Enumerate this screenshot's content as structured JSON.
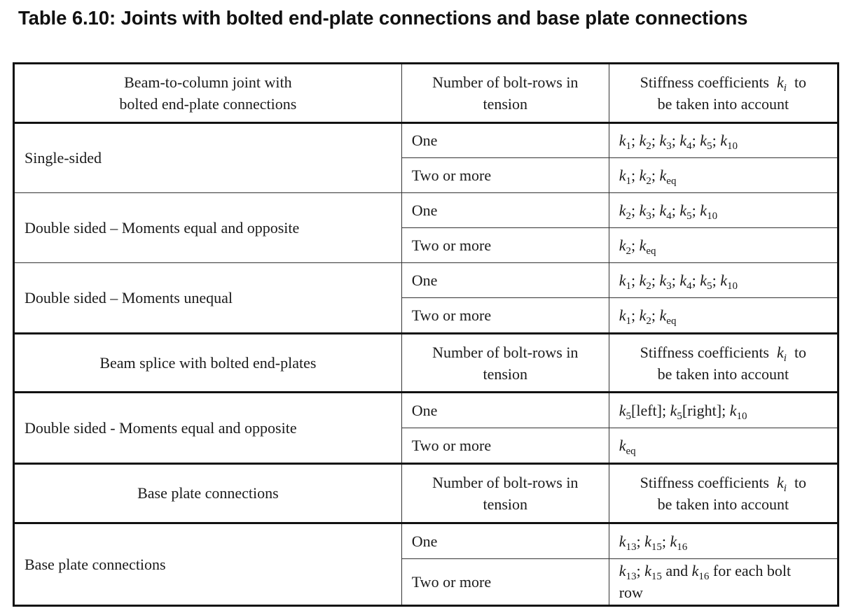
{
  "title": "Table 6.10: Joints with bolted end-plate connections and base plate connections",
  "table": {
    "sections": [
      {
        "header": {
          "col1": [
            "Beam-to-column joint with",
            "bolted end-plate connections"
          ],
          "col2": [
            "Number of bolt-rows in",
            "tension"
          ],
          "col3_pre": "Stiffness coefficients",
          "col3_k": "k",
          "col3_sub": "i",
          "col3_post": "to",
          "col3_line2": "be taken into account"
        },
        "groups": [
          {
            "label": "Single-sided",
            "rows": [
              {
                "bolt_rows": "One",
                "coefficients": "k1; k2; k3; k4; k5; k10"
              },
              {
                "bolt_rows": "Two or more",
                "coefficients": "k1; k2; keq"
              }
            ]
          },
          {
            "label": "Double sided – Moments equal and opposite",
            "rows": [
              {
                "bolt_rows": "One",
                "coefficients": "k2; k3; k4; k5; k10"
              },
              {
                "bolt_rows": "Two or more",
                "coefficients": "k2; keq"
              }
            ]
          },
          {
            "label": "Double sided – Moments unequal",
            "rows": [
              {
                "bolt_rows": "One",
                "coefficients": "k1; k2; k3; k4; k5; k10"
              },
              {
                "bolt_rows": "Two or more",
                "coefficients": "k1; k2; keq"
              }
            ]
          }
        ]
      },
      {
        "header": {
          "col1": [
            "Beam splice with bolted end-plates"
          ],
          "col2": [
            "Number of bolt-rows in",
            "tension"
          ],
          "col3_pre": "Stiffness coefficients",
          "col3_k": "k",
          "col3_sub": "i",
          "col3_post": "to",
          "col3_line2": "be taken into account"
        },
        "groups": [
          {
            "label": "Double sided - Moments equal and opposite",
            "rows": [
              {
                "bolt_rows": "One",
                "coefficients": "k5[left]; k5[right]; k10"
              },
              {
                "bolt_rows": "Two or more",
                "coefficients": "keq"
              }
            ]
          }
        ]
      },
      {
        "header": {
          "col1": [
            "Base plate connections"
          ],
          "col2": [
            "Number of bolt-rows in",
            "tension"
          ],
          "col3_pre": "Stiffness coefficients",
          "col3_k": "k",
          "col3_sub": "i",
          "col3_post": "to",
          "col3_line2": "be taken into account"
        },
        "groups": [
          {
            "label": "Base plate connections",
            "rows": [
              {
                "bolt_rows": "One",
                "coefficients": "k13; k15; k16"
              },
              {
                "bolt_rows": "Two or more",
                "coefficients": "k13; k15 and k16 for each bolt row"
              }
            ]
          }
        ]
      }
    ]
  },
  "symbols": {
    "k": "k",
    "sep": "; ",
    "and": " and ",
    "each": " for each bolt",
    "row": "row",
    "s1": "1",
    "s2": "2",
    "s3": "3",
    "s4": "4",
    "s5": "5",
    "s10": "10",
    "s13": "13",
    "s15": "15",
    "s16": "16",
    "eq": "eq",
    "left": "[left]",
    "right": "[right]"
  }
}
